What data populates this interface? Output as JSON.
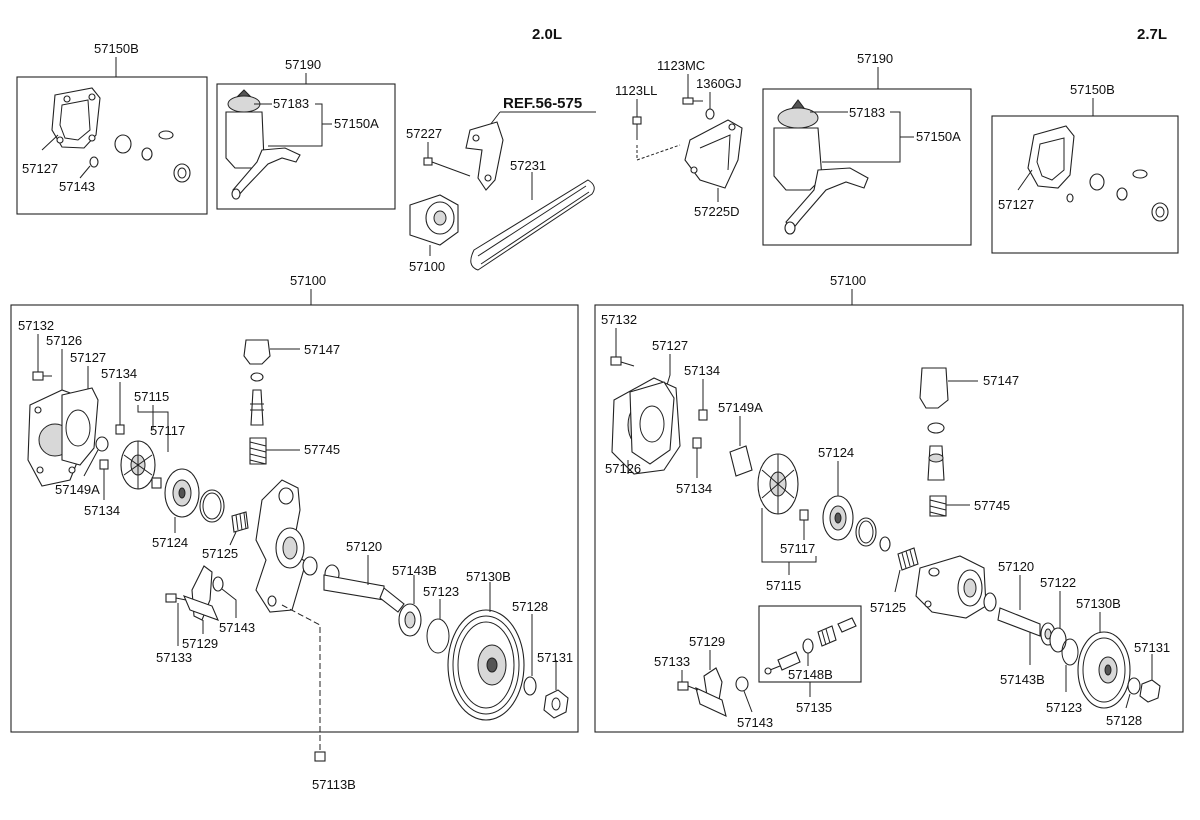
{
  "engines": {
    "left": "2.0L",
    "right": "2.7L"
  },
  "ref_label": "REF.56-575",
  "top_left": {
    "gasket_kit": "57150B",
    "gasket": "57127",
    "oring": "57143"
  },
  "reservoir_left": {
    "assy": "57190",
    "cap": "57183",
    "hose": "57150A"
  },
  "belt_area": {
    "bolt": "57227",
    "belt": "57231",
    "pump": "57100"
  },
  "bracket_area": {
    "bolt_a": "1123MC",
    "bolt_b": "1123LL",
    "nut": "1360GJ",
    "bracket": "57225D"
  },
  "reservoir_right": {
    "assy": "57190",
    "cap": "57183",
    "hose": "57150A"
  },
  "top_right": {
    "gasket_kit": "57150B",
    "gasket": "57127"
  },
  "left_assy": {
    "title": "57100",
    "labels": {
      "l57132": "57132",
      "l57126": "57126",
      "l57127": "57127",
      "l57134a": "57134",
      "l57115": "57115",
      "l57117": "57117",
      "l57149a": "57149A",
      "l57134b": "57134",
      "l57124": "57124",
      "l57147": "57147",
      "l57745": "57745",
      "l57125": "57125",
      "l57120": "57120",
      "l57143b": "57143B",
      "l57130b": "57130B",
      "l57123": "57123",
      "l57128": "57128",
      "l57131": "57131",
      "l57133": "57133",
      "l57129": "57129",
      "l57143": "57143"
    },
    "outside": "57113B"
  },
  "right_assy": {
    "title": "57100",
    "labels": {
      "l57132": "57132",
      "l57127": "57127",
      "l57134a": "57134",
      "l57149a": "57149A",
      "l57126": "57126",
      "l57134b": "57134",
      "l57124": "57124",
      "l57147": "57147",
      "l57745": "57745",
      "l57117": "57117",
      "l57115": "57115",
      "l57125": "57125",
      "l57120": "57120",
      "l57122": "57122",
      "l57130b": "57130B",
      "l57131": "57131",
      "l57143b": "57143B",
      "l57123": "57123",
      "l57128": "57128",
      "l57129": "57129",
      "l57133": "57133",
      "l57143": "57143",
      "l57148b": "57148B",
      "l57135": "57135"
    }
  }
}
